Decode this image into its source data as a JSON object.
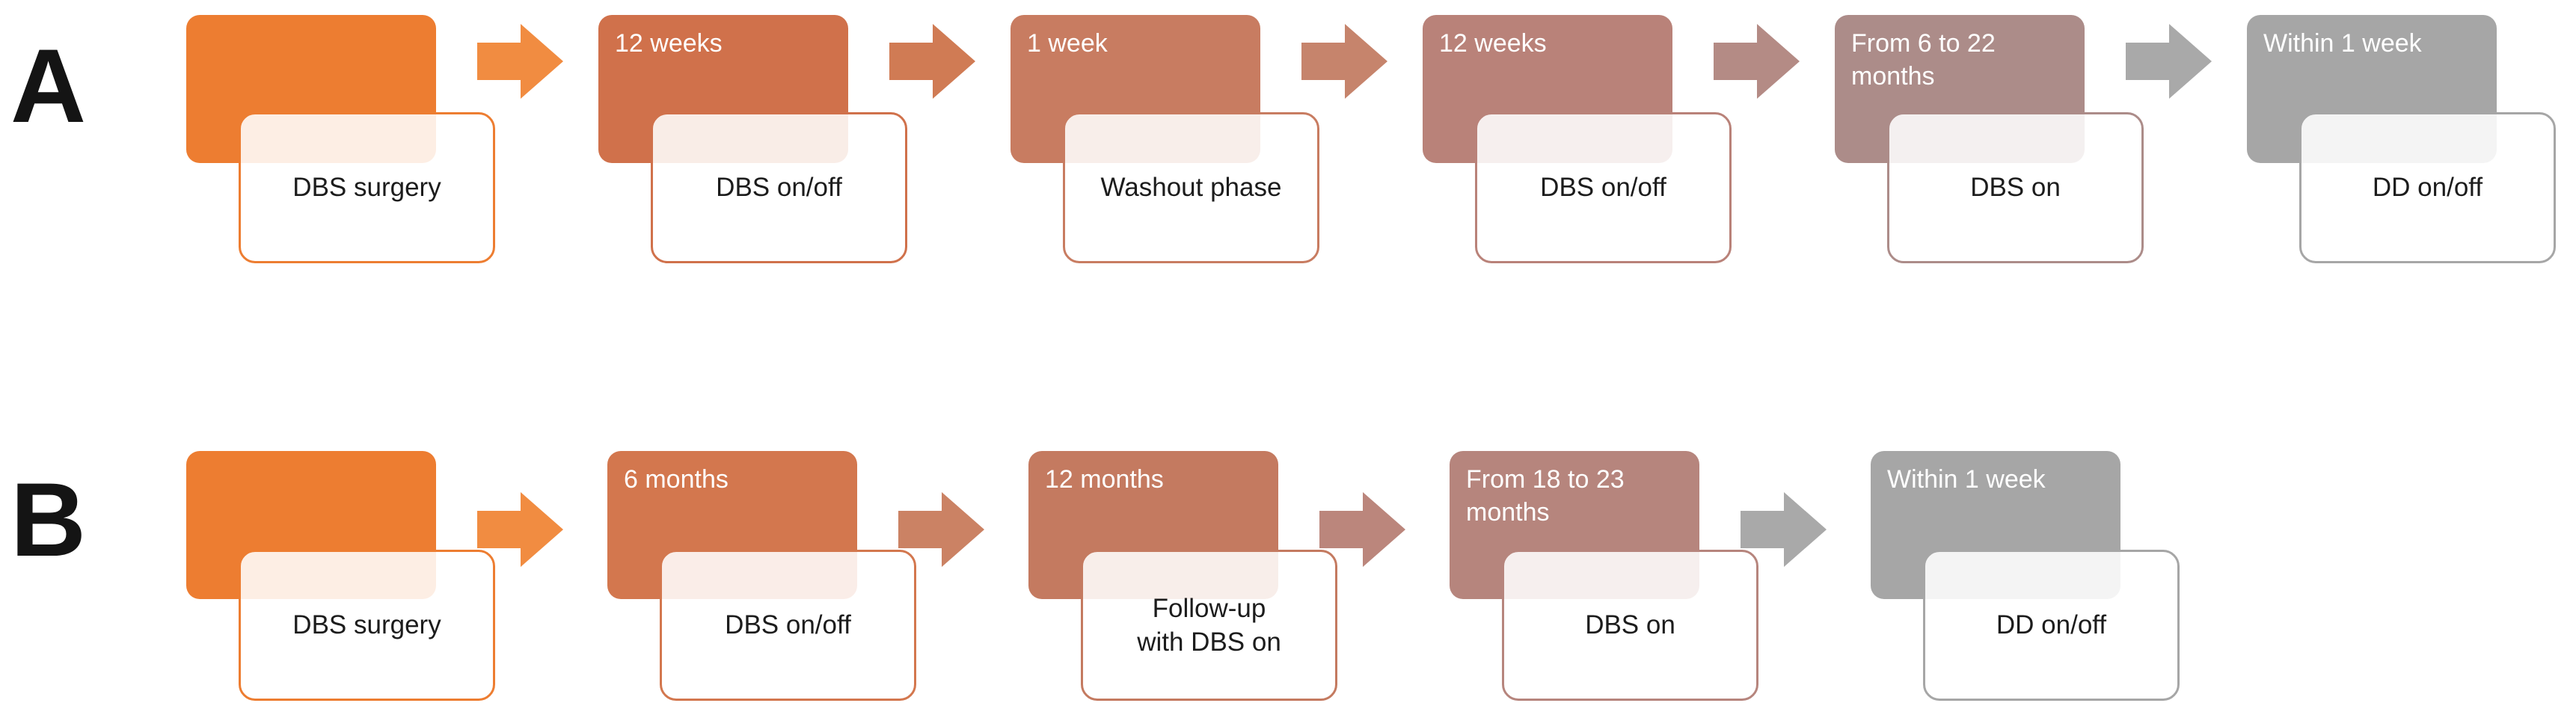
{
  "figure": {
    "background_color": "#FFFFFF",
    "duration_text_color": "#FFFFFF",
    "name_text_color": "#1C1C1C",
    "row_label_color": "#141414",
    "rows": [
      {
        "label": "A",
        "steps": [
          {
            "duration": "",
            "name": "DBS surgery",
            "color": "#ED7D31"
          },
          {
            "duration": "12 weeks",
            "name": "DBS on/off",
            "color": "#D0714B"
          },
          {
            "duration": "1 week",
            "name": "Washout phase",
            "color": "#C87C61"
          },
          {
            "duration": "12 weeks",
            "name": "DBS on/off",
            "color": "#B98279"
          },
          {
            "duration": "From 6  to 22\nmonths",
            "name": "DBS on",
            "color": "#AC8C89"
          },
          {
            "duration": "Within 1 week",
            "name": "DD on/off",
            "color": "#A6A6A6"
          }
        ],
        "arrow_colors": [
          "#F18C41",
          "#D07B54",
          "#C6846C",
          "#B48B85",
          "#A9A9A9"
        ]
      },
      {
        "label": "B",
        "steps": [
          {
            "duration": "",
            "name": "DBS surgery",
            "color": "#ED7D31"
          },
          {
            "duration": "6 months",
            "name": "DBS on/off",
            "color": "#D3774E"
          },
          {
            "duration": "12 months",
            "name": "Follow-up\nwith DBS on",
            "color": "#C47A60"
          },
          {
            "duration": "From 18 to 23\nmonths",
            "name": "DBS on",
            "color": "#B6857D"
          },
          {
            "duration": "Within 1 week",
            "name": "DD on/off",
            "color": "#A6A6A6"
          }
        ],
        "arrow_colors": [
          "#F18C41",
          "#CB8264",
          "#BB867C",
          "#A9A9A9"
        ]
      }
    ]
  }
}
